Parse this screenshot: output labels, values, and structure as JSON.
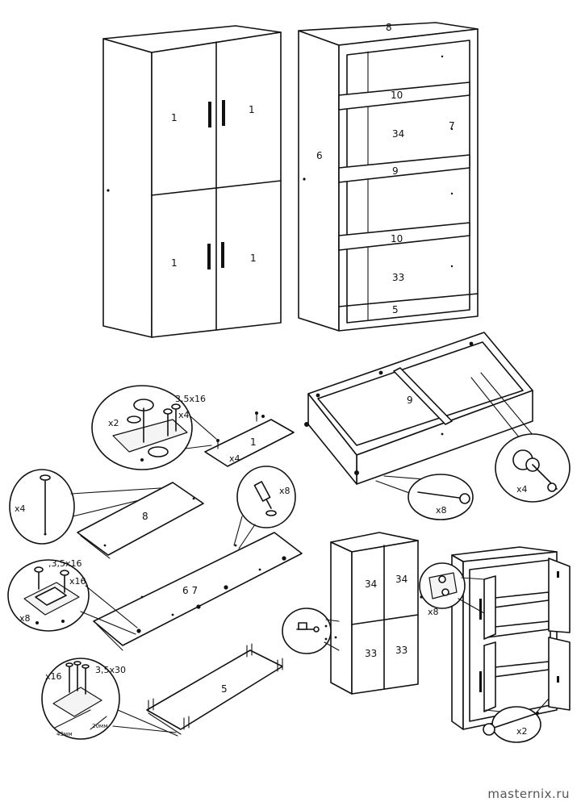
{
  "labels": {
    "door": "1",
    "top_panel": "8",
    "side_panel": "6",
    "back_panel": "7",
    "shelf_a": "10",
    "shelf_b": "9",
    "panel_34": "34",
    "panel_33": "33",
    "bottom_panel": "5",
    "panel_67": "6  7"
  },
  "callouts": {
    "screw_3_5x16": "3,5x16",
    "screw_3_5x16_b": ",3,5x16",
    "screw_3_5x30": "3,5x30",
    "qty_x2": "x2",
    "qty_x4": "x4",
    "qty_x8": "x8",
    "qty_x16": "x16",
    "dim_43": "43мм",
    "dim_20": "20мм"
  },
  "watermark": "masternix.ru"
}
